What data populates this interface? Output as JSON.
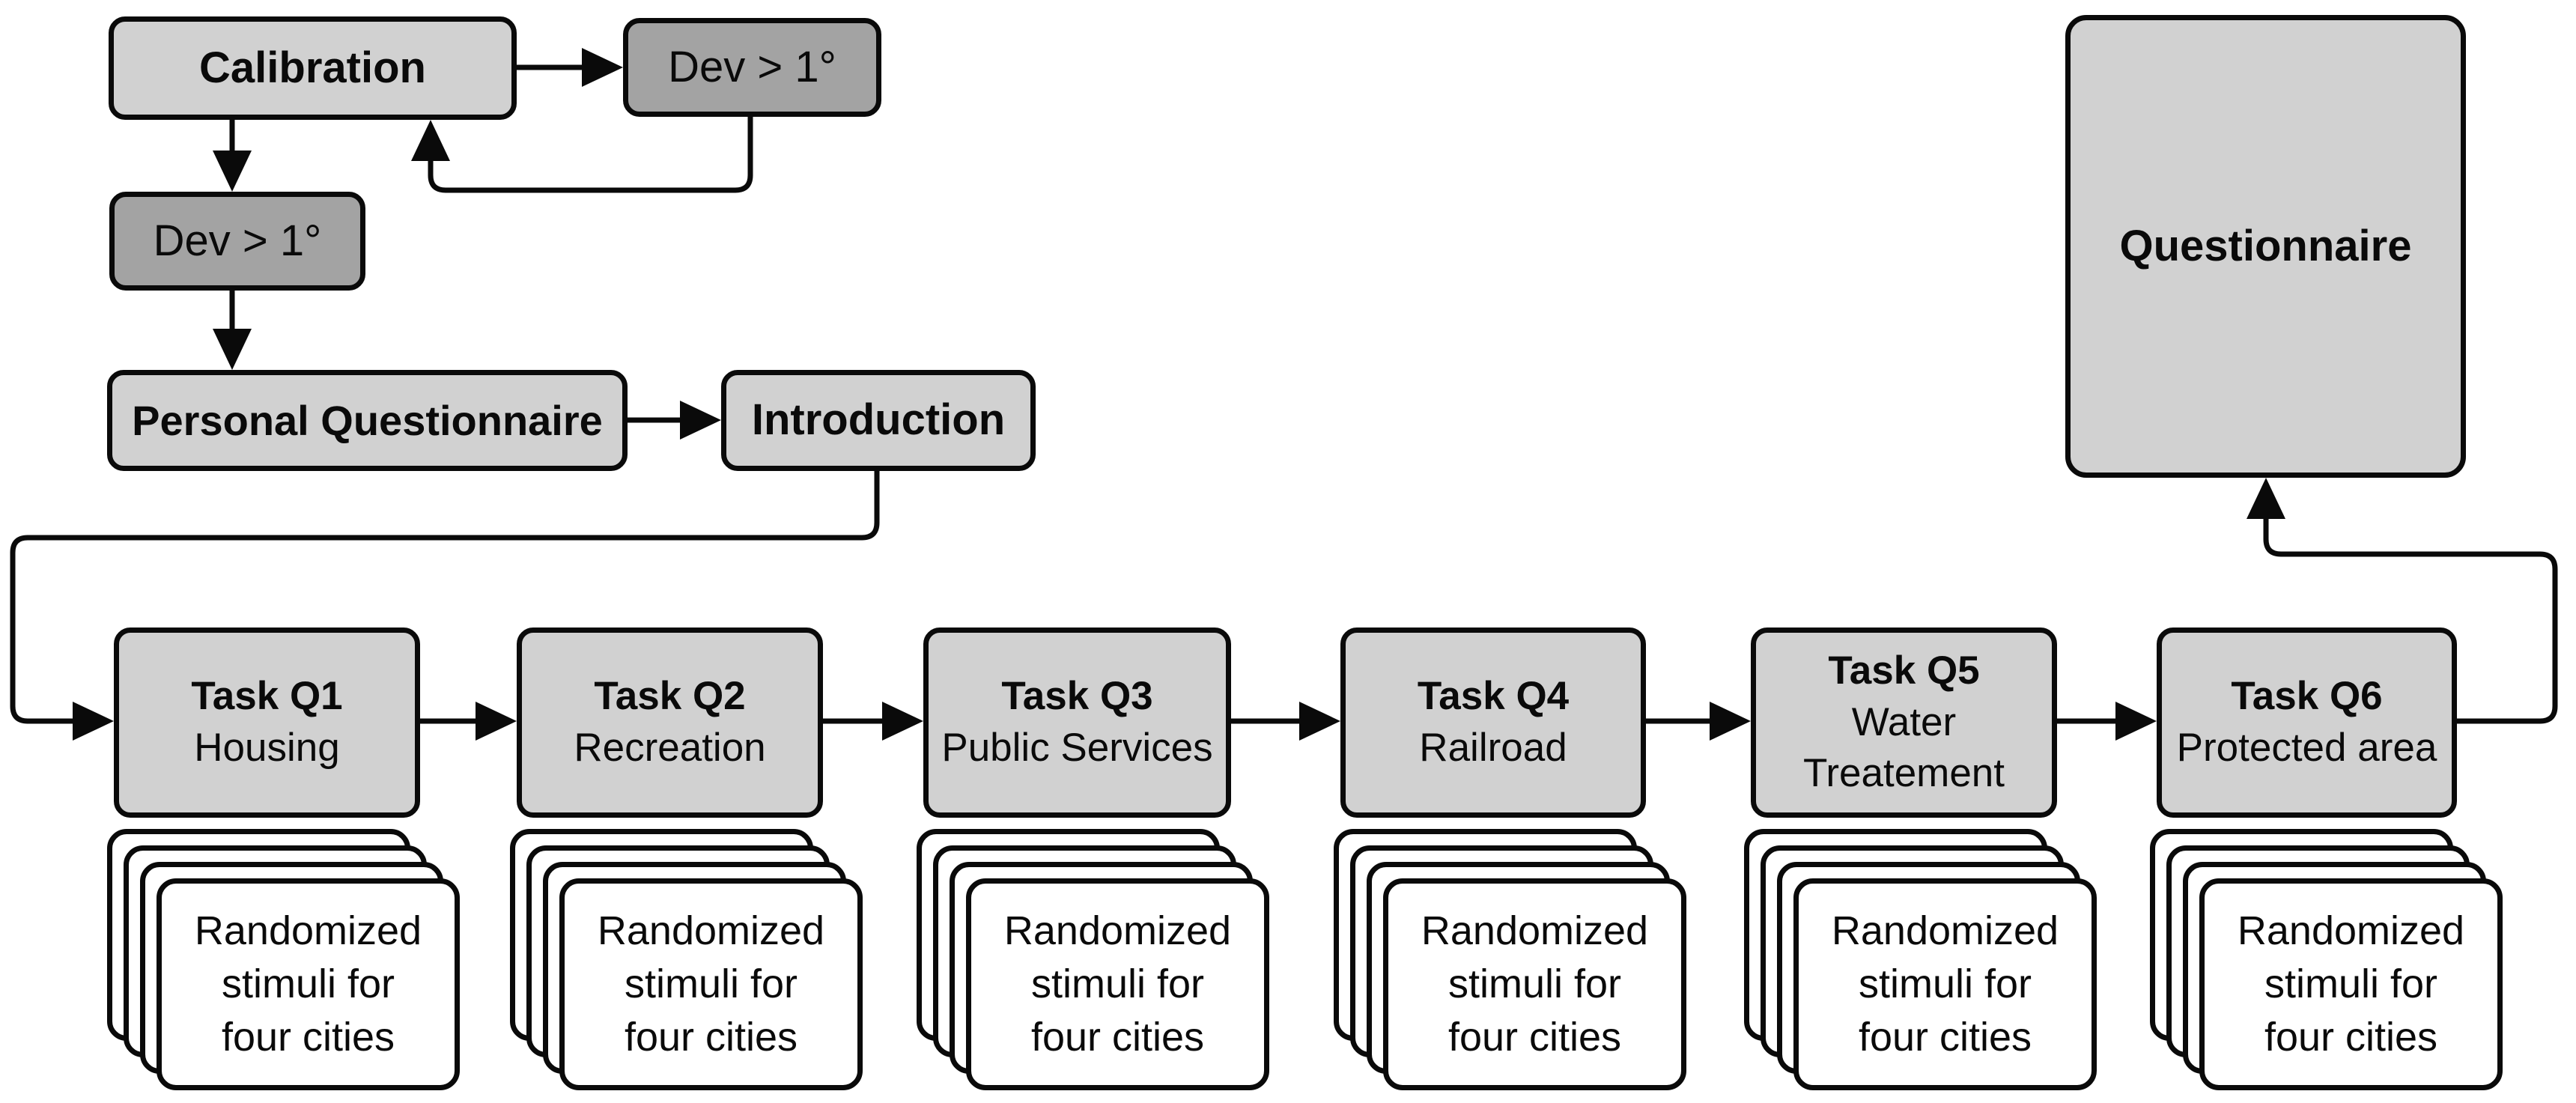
{
  "diagram": {
    "colors": {
      "box_light": "#d1d1d1",
      "box_dark": "#a3a3a3",
      "card": "#ffffff",
      "line": "#0a0a0a",
      "canvas": "#ffffff"
    },
    "nodes": {
      "calibration": {
        "label": "Calibration"
      },
      "dev_check_top": {
        "label": "Dev > 1°"
      },
      "dev_check_mid": {
        "label": "Dev > 1°"
      },
      "personal_questionnaire": {
        "label": "Personal Questionnaire"
      },
      "introduction": {
        "label": "Introduction"
      },
      "questionnaire": {
        "label": "Questionnaire"
      }
    },
    "tasks": [
      {
        "title": "Task Q1",
        "subtitle": "Housing"
      },
      {
        "title": "Task Q2",
        "subtitle": "Recreation"
      },
      {
        "title": "Task Q3",
        "subtitle": "Public Services"
      },
      {
        "title": "Task Q4",
        "subtitle": "Railroad"
      },
      {
        "title": "Task Q5",
        "subtitle": "Water\nTreatement"
      },
      {
        "title": "Task Q6",
        "subtitle": "Protected area"
      }
    ],
    "stimuli_label": "Randomized\nstimuli for\nfour cities",
    "stack_count": 4
  }
}
